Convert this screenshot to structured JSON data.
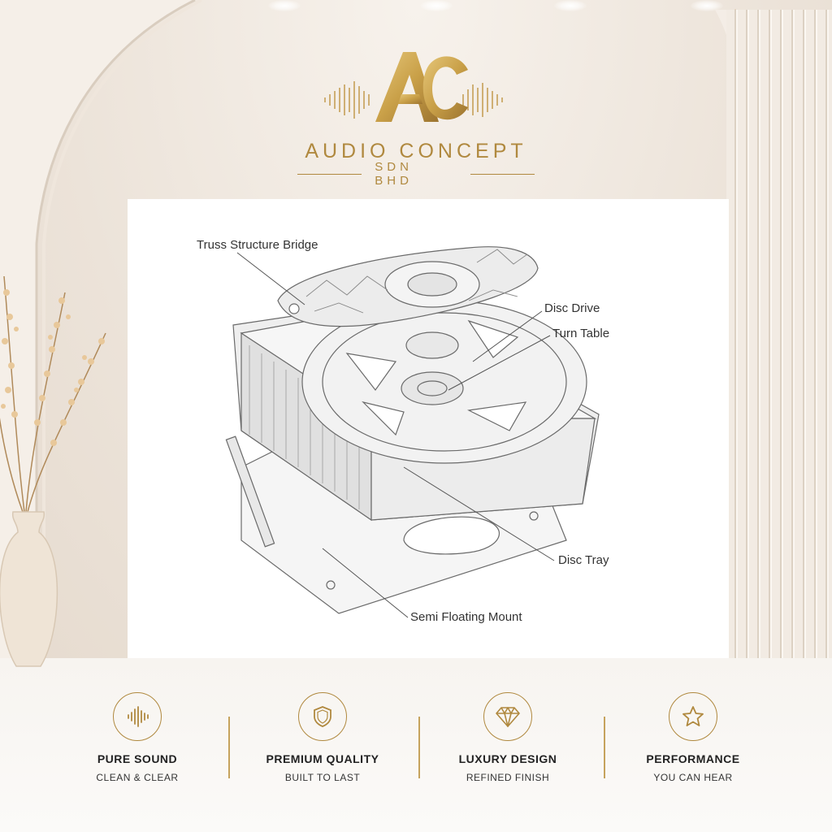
{
  "brand": {
    "mark": "AC",
    "name": "AUDIO CONCEPT",
    "sub": "SDN BHD",
    "accent_color": "#b0893f"
  },
  "diagram": {
    "callouts": {
      "truss": "Truss Structure Bridge",
      "disc_drive": "Disc Drive",
      "turn_table": "Turn Table",
      "disc_tray": "Disc Tray",
      "mount": "Semi Floating Mount"
    }
  },
  "features": [
    {
      "title": "PURE SOUND",
      "subtitle": "CLEAN & CLEAR",
      "icon": "sound-wave-icon"
    },
    {
      "title": "PREMIUM QUALITY",
      "subtitle": "BUILT TO LAST",
      "icon": "shield-icon"
    },
    {
      "title": "LUXURY DESIGN",
      "subtitle": "REFINED FINISH",
      "icon": "diamond-icon"
    },
    {
      "title": "PERFORMANCE",
      "subtitle": "YOU CAN HEAR",
      "icon": "star-icon"
    }
  ]
}
